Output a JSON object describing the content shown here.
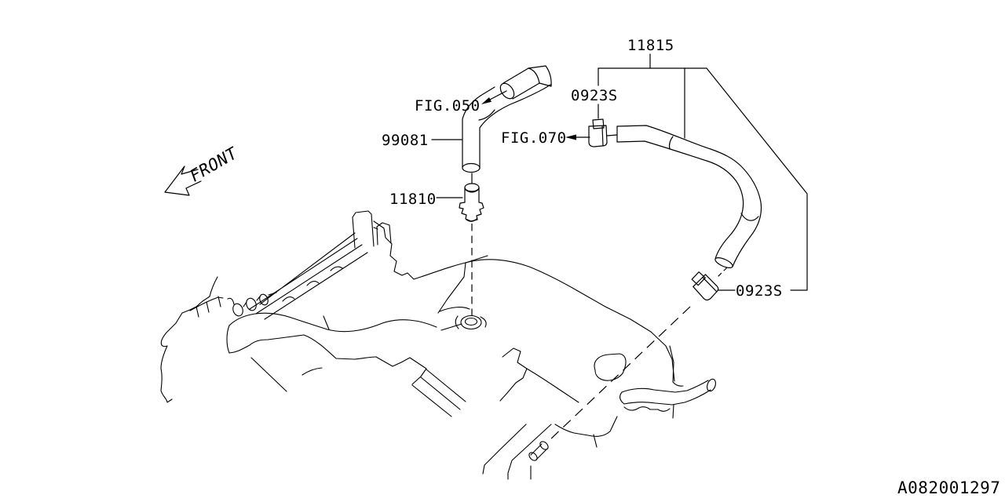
{
  "diagram": {
    "background": "#ffffff",
    "line_color": "#000000",
    "labels": {
      "part_11815": "11815",
      "clamp_upper": "0923S",
      "clamp_lower": "0923S",
      "hose_99081": "99081",
      "valve_11810": "11810",
      "fig_050": "FIG.050",
      "fig_070": "FIG.070",
      "front": "FRONT",
      "drawing_number": "A082001297"
    }
  }
}
